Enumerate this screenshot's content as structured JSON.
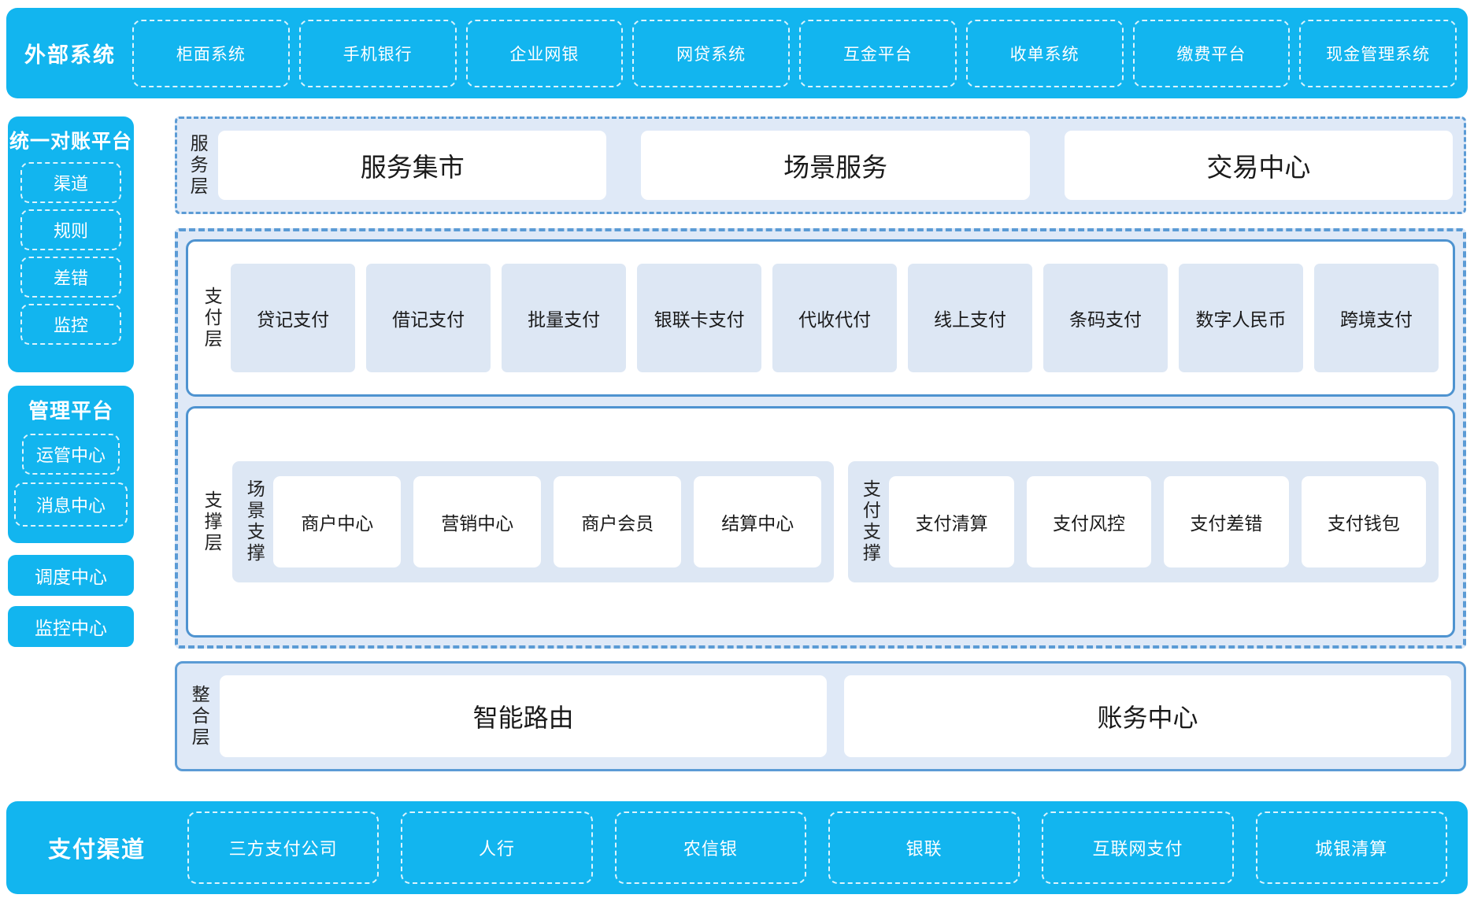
{
  "colors": {
    "brand_blue": "#12b5ef",
    "panel_fill": "#dfe9f7",
    "cell_fill": "#dde7f4",
    "border_blue": "#5b9bd5",
    "card_white": "#ffffff"
  },
  "external_systems": {
    "title": "外部系统",
    "items": [
      "柜面系统",
      "手机银行",
      "企业网银",
      "网贷系统",
      "互金平台",
      "收单系统",
      "缴费平台",
      "现金管理系统"
    ]
  },
  "sidebar": {
    "reconciliation": {
      "title": "统一对账平台",
      "items": [
        "渠道",
        "规则",
        "差错",
        "监控"
      ]
    },
    "management": {
      "title": "管理平台",
      "items": [
        "运管中心",
        "消息中心"
      ]
    },
    "standalone": [
      "调度中心",
      "监控中心"
    ]
  },
  "service_layer": {
    "label": "服务层",
    "items": [
      "服务集市",
      "场景服务",
      "交易中心"
    ]
  },
  "payment_layer": {
    "label": "支付层",
    "items": [
      "贷记支付",
      "借记支付",
      "批量支付",
      "银联卡支付",
      "代收代付",
      "线上支付",
      "条码支付",
      "数字人民币",
      "跨境支付"
    ]
  },
  "support_layer": {
    "label": "支撑层",
    "groups": [
      {
        "label": "场景支撑",
        "items": [
          "商户中心",
          "营销中心",
          "商户会员",
          "结算中心"
        ]
      },
      {
        "label": "支付支撑",
        "items": [
          "支付清算",
          "支付风控",
          "支付差错",
          "支付钱包"
        ]
      }
    ]
  },
  "integration_layer": {
    "label": "整合层",
    "items": [
      "智能路由",
      "账务中心"
    ]
  },
  "payment_channels": {
    "title": "支付渠道",
    "items": [
      "三方支付公司",
      "人行",
      "农信银",
      "银联",
      "互联网支付",
      "城银清算"
    ]
  }
}
